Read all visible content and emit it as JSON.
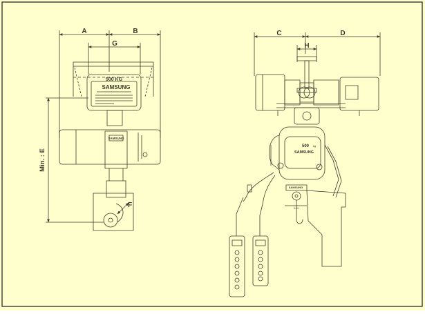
{
  "colors": {
    "background": "#fffecd",
    "line": "#3a3a2a",
    "border": "#2a2a2a"
  },
  "dimensions": {
    "a": "A",
    "b": "B",
    "c": "C",
    "d": "D",
    "g": "G",
    "h": "H",
    "e": "Min. : E",
    "f": "F"
  },
  "front_view": {
    "capacity": "500 KG",
    "brand": "SAMSUNG",
    "small_plate": "SAMSUNG"
  },
  "side_view": {
    "capacity": "500",
    "capacity_unit": "kg",
    "brand": "SAMSUNG",
    "hook_plate": "SAMSUNG",
    "hook_label": "0.5 t"
  }
}
